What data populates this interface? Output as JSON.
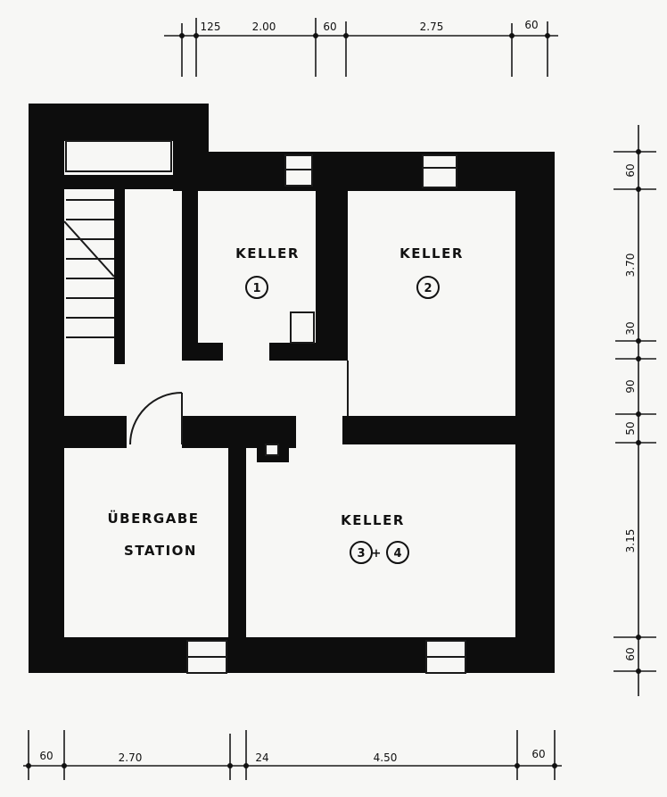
{
  "rooms": {
    "keller_1": {
      "label": "KELLER",
      "number": "1"
    },
    "keller_2": {
      "label": "KELLER",
      "number": "2"
    },
    "keller_34": {
      "label": "KELLER",
      "number_a": "3",
      "connector": "+",
      "number_b": "4"
    },
    "station": {
      "label_line1": "ÜBERGABE",
      "label_line2": "STATION"
    }
  },
  "dimensions": {
    "top": [
      "125",
      "2.00",
      "60",
      "2.75",
      "60"
    ],
    "bottom": [
      "60",
      "2.70",
      "24",
      "4.50",
      "60"
    ],
    "right": [
      "60",
      "3.70",
      "30",
      "90",
      "50",
      "3.15",
      "60"
    ]
  },
  "colors": {
    "wall": "#0d0d0d",
    "line": "#1a1a1a",
    "paper": "#f7f7f5"
  }
}
